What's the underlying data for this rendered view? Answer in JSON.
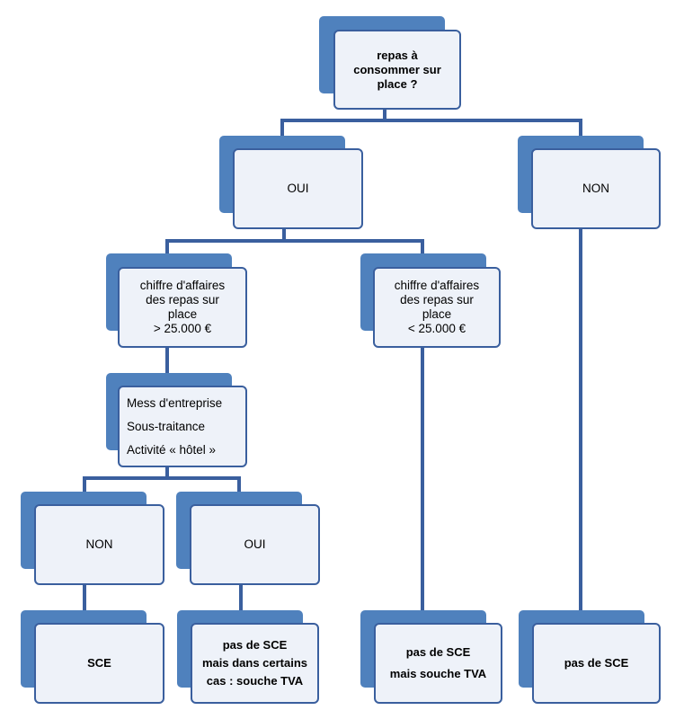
{
  "nodes": {
    "root": [
      "repas à",
      "consommer sur",
      "place ?"
    ],
    "oui_1": [
      "OUI"
    ],
    "non_1": [
      "NON"
    ],
    "ca_gt": [
      "chiffre d'affaires",
      "des repas sur",
      "place",
      "> 25.000 €"
    ],
    "ca_lt": [
      "chiffre d'affaires",
      "des repas sur",
      "place",
      "< 25.000 €"
    ],
    "mess": [
      "Mess d'entreprise",
      "Sous-traitance",
      "Activité « hôtel »"
    ],
    "non_2": [
      "NON"
    ],
    "oui_2": [
      "OUI"
    ],
    "sce": [
      "SCE"
    ],
    "pas_sce_cas": [
      "pas de SCE",
      "mais dans certains",
      "cas : souche TVA"
    ],
    "pas_sce_tva": [
      "pas de SCE",
      "mais souche TVA"
    ],
    "pas_sce": [
      "pas de SCE"
    ]
  },
  "colors": {
    "shadow": "#4f81bd",
    "card_fill": "#eef2f9",
    "card_border": "#3a5f9e",
    "connector": "#3a5f9e"
  }
}
